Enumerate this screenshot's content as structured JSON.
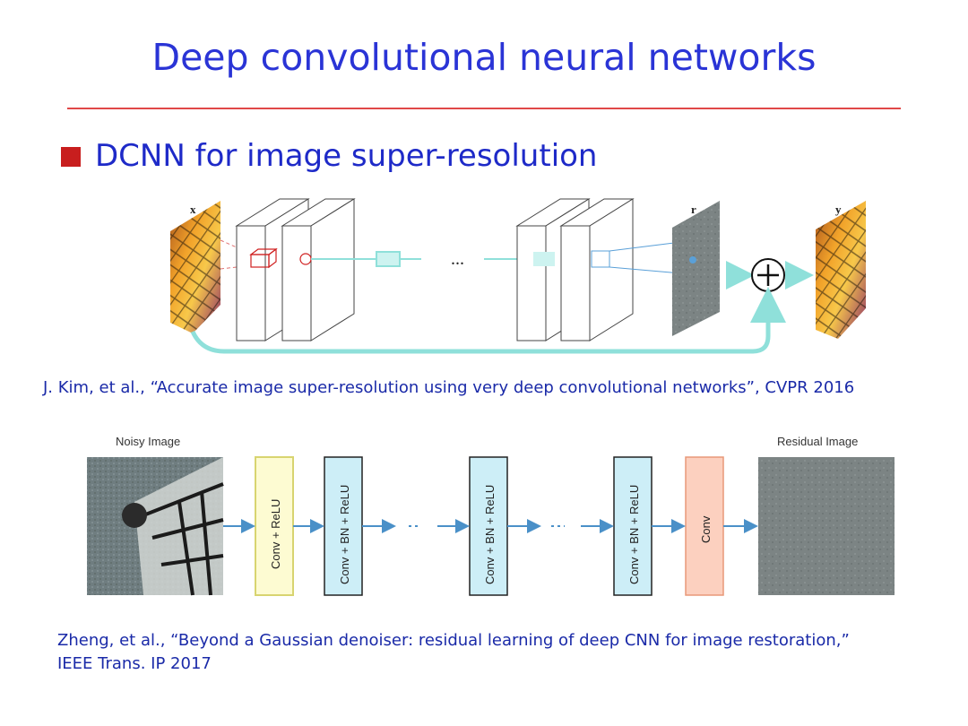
{
  "slide": {
    "title": "Deep convolutional neural networks",
    "bullet": "DCNN for image super-resolution"
  },
  "vdsr": {
    "input_label": "x",
    "residual_label": "r",
    "output_label": "y",
    "ellipsis": "...",
    "citation": "J. Kim, et al., “Accurate image super-resolution using very deep convolutional networks”, CVPR 2016"
  },
  "dncnn": {
    "input_label": "Noisy Image",
    "output_label": "Residual Image",
    "blocks": [
      {
        "label": "Conv + ReLU"
      },
      {
        "label": "Conv + BN + ReLU"
      },
      {
        "label": "Conv + BN + ReLU"
      },
      {
        "label": "Conv + BN + ReLU"
      },
      {
        "label": "Conv"
      }
    ],
    "citation_line1": "Zheng, et al., “Beyond a Gaussian denoiser: residual learning of deep CNN for image restoration,”",
    "citation_line2": "IEEE Trans. IP 2017"
  },
  "colors": {
    "title": "#2a34d6",
    "rule": "#e04848",
    "bullet": "#c81e1e",
    "accent_arrow": "#8fe0da",
    "relu_block": "#fdfbd2",
    "bn_block": "#cdeef7",
    "conv_block": "#fcd0bf"
  }
}
